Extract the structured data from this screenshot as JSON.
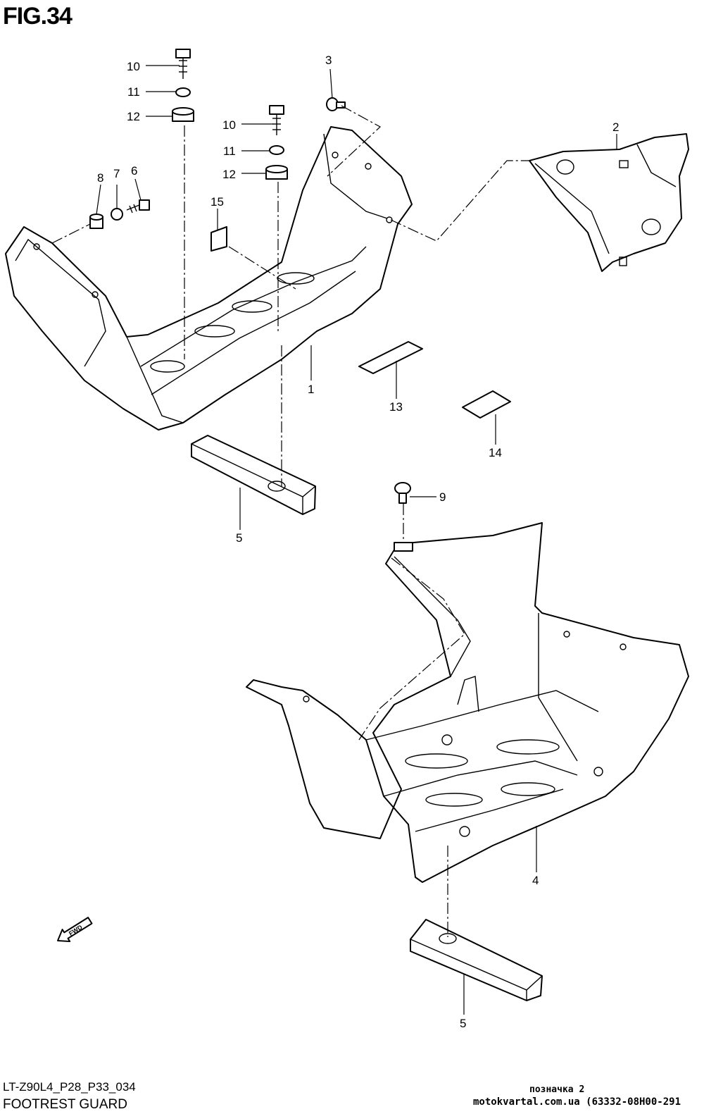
{
  "figure": {
    "title": "FIG.34",
    "model_code": "LT-Z90L4_P28_P33_034",
    "section_name": "FOOTREST GUARD"
  },
  "callouts": [
    {
      "id": "c10a",
      "label": "10"
    },
    {
      "id": "c11a",
      "label": "11"
    },
    {
      "id": "c12a",
      "label": "12"
    },
    {
      "id": "c3",
      "label": "3"
    },
    {
      "id": "c2",
      "label": "2"
    },
    {
      "id": "c10b",
      "label": "10"
    },
    {
      "id": "c11b",
      "label": "11"
    },
    {
      "id": "c12b",
      "label": "12"
    },
    {
      "id": "c8",
      "label": "8"
    },
    {
      "id": "c7",
      "label": "7"
    },
    {
      "id": "c6",
      "label": "6"
    },
    {
      "id": "c15",
      "label": "15"
    },
    {
      "id": "c1",
      "label": "1"
    },
    {
      "id": "c13",
      "label": "13"
    },
    {
      "id": "c14",
      "label": "14"
    },
    {
      "id": "c9",
      "label": "9"
    },
    {
      "id": "c5a",
      "label": "5"
    },
    {
      "id": "c4",
      "label": "4"
    },
    {
      "id": "c5b",
      "label": "5"
    }
  ],
  "fwd_arrow": {
    "label": "FWD"
  },
  "stamp": {
    "label": "позначка 2",
    "source": "motokvartal.com.ua (63332-08H00-291"
  }
}
